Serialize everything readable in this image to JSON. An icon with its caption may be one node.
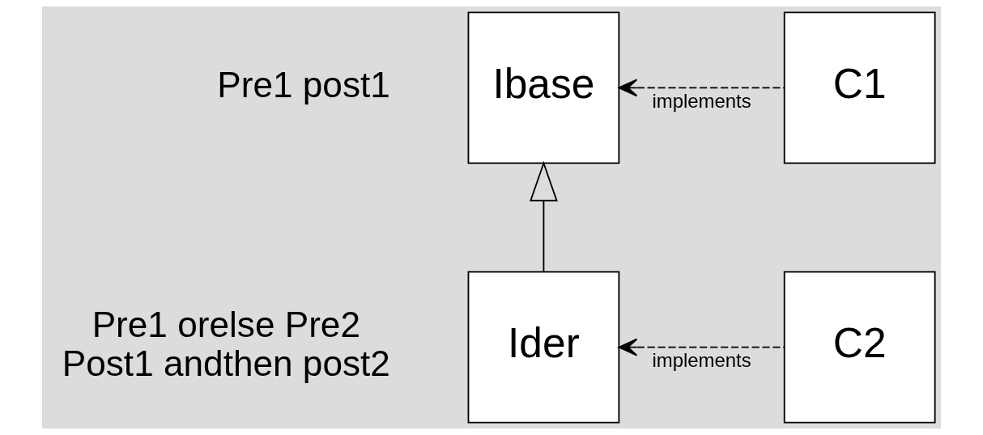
{
  "diagram": {
    "nodes": [
      {
        "text": [
          "Ibase"
        ],
        "beside": [
          "Pre1 post1"
        ]
      },
      {
        "text": [
          "C1"
        ]
      },
      {
        "text": [
          "Ider"
        ],
        "beside": [
          "Pre1 orelse Pre2",
          "Post1 andthen post2"
        ]
      },
      {
        "text": [
          "C2"
        ]
      }
    ],
    "edges": [
      {
        "from": 1,
        "to": 0,
        "arrow": "to",
        "label": "implements",
        "style": "dashed"
      },
      {
        "from": 2,
        "to": 0,
        "arrow": "to"
      },
      {
        "from": 3,
        "to": 2,
        "arrow": "to",
        "label": "implements",
        "style": "dashed"
      }
    ]
  }
}
